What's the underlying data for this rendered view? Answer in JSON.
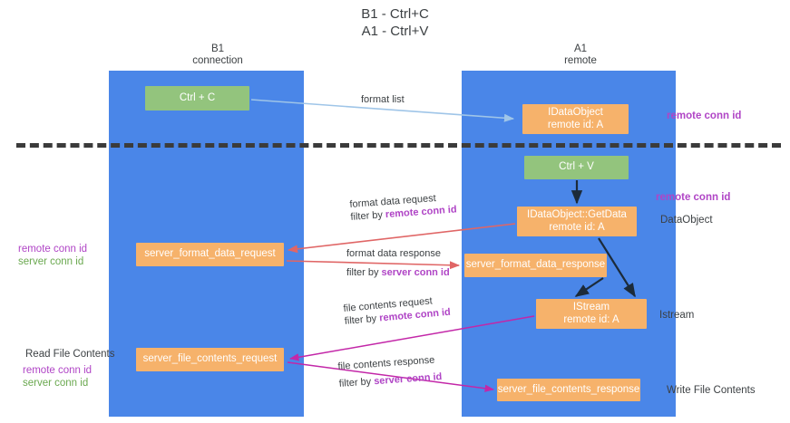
{
  "title": {
    "line1": "B1 - Ctrl+C",
    "line2": "A1 - Ctrl+V"
  },
  "columns": [
    {
      "id": "b1",
      "name": "B1",
      "role": "connection"
    },
    {
      "id": "a1",
      "name": "A1",
      "role": "remote"
    }
  ],
  "nodes": {
    "ctrl_c": {
      "line1": "Ctrl + C",
      "line2": "",
      "color": "#93c47d"
    },
    "idataobject": {
      "line1": "IDataObject",
      "line2": "remote id: A",
      "color": "#f6b26b"
    },
    "ctrl_v": {
      "line1": "Ctrl + V",
      "line2": "",
      "color": "#93c47d"
    },
    "getdata": {
      "line1": "IDataObject::GetData",
      "line2": "remote id: A",
      "color": "#f6b26b"
    },
    "server_format_data_request": {
      "line1": "server_format_data_request",
      "line2": "",
      "color": "#f6b26b"
    },
    "server_format_data_response": {
      "line1": "server_format_data_response",
      "line2": "",
      "color": "#f6b26b"
    },
    "istream": {
      "line1": "IStream",
      "line2": "remote id: A",
      "color": "#f6b26b"
    },
    "server_file_contents_request": {
      "line1": "server_file_contents_request",
      "line2": "",
      "color": "#f6b26b"
    },
    "server_file_contents_response": {
      "line1": "server_file_contents_response",
      "line2": "",
      "color": "#f6b26b"
    }
  },
  "edges": {
    "format_list": {
      "label": "format list",
      "filter_prefix": "",
      "filter_key": ""
    },
    "format_data_request": {
      "label": "format data request",
      "filter_prefix": "filter by ",
      "filter_key": "remote conn id"
    },
    "format_data_response": {
      "label": "format data response",
      "filter_prefix": "filter by ",
      "filter_key": "server conn id"
    },
    "file_contents_request": {
      "label": "file contents request",
      "filter_prefix": "filter by ",
      "filter_key": "remote conn id"
    },
    "file_contents_response": {
      "label": "file contents response",
      "filter_prefix": "filter by ",
      "filter_key": "server conn id"
    }
  },
  "annotations": {
    "remote_conn_id_top": "remote conn id",
    "remote_conn_id_mid": "remote conn id",
    "dataobject": "DataObject",
    "istream": "Istream",
    "write_file_contents": "Write File Contents",
    "read_file_contents": "Read File Contents",
    "left_remote_conn_id_mid": "remote conn id",
    "left_server_conn_id_mid": "server conn id",
    "left_remote_conn_id_bot": "remote conn id",
    "left_server_conn_id_bot": "server conn id"
  },
  "colors": {
    "lane": "#4a86e8",
    "green_node": "#93c47d",
    "orange_node": "#f6b26b",
    "purple_text": "#b045c6",
    "green_text": "#6aa84f",
    "arrow_blue": "#9fc5e8",
    "arrow_red": "#e06666",
    "arrow_magenta": "#c327a8",
    "arrow_black": "#1c2b3a",
    "divider": "#3b3b3b"
  }
}
